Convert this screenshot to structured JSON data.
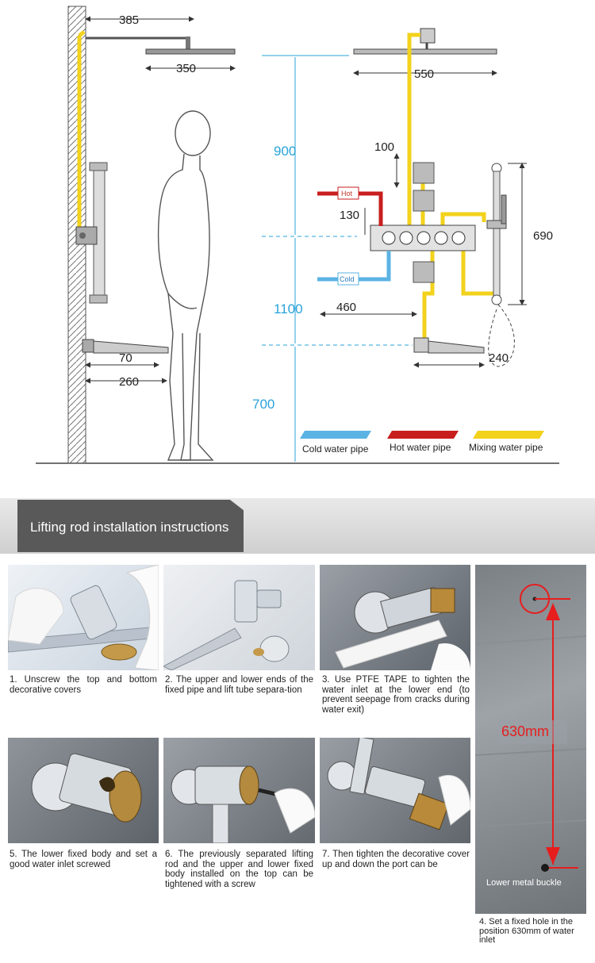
{
  "diagram": {
    "dims": {
      "d385": "385",
      "d350": "350",
      "d70": "70",
      "d260": "260",
      "d550": "550",
      "d100": "100",
      "d130": "130",
      "d460": "460",
      "d690": "690",
      "d240": "240",
      "d900": "900",
      "d1100": "1100",
      "d700": "700"
    },
    "tags": {
      "hot": "Hot",
      "cold": "Cold"
    },
    "legend": {
      "cold": "Cold water pipe",
      "hot": "Hot water pipe",
      "mixing": "Mixing water pipe"
    },
    "colors": {
      "cold": "#5bb3e3",
      "hot": "#c81e1e",
      "mixing": "#f2d21c",
      "dimension_blue": "#29a3d9"
    }
  },
  "section": {
    "title": "Lifting rod installation instructions"
  },
  "steps": [
    {
      "caption": "1. Unscrew the top and bottom decorative covers"
    },
    {
      "caption": "2. The upper and lower ends of the fixed pipe and lift tube separa-tion"
    },
    {
      "caption": "3. Use PTFE TAPE to tighten the water inlet at the lower end (to prevent seepage from cracks during water exit)"
    },
    {
      "caption": "5. The lower fixed body and set a good water inlet screwed"
    },
    {
      "caption": "6. The previously separated lifting rod and the upper and lower fixed body installed on the top can be tightened with a screw"
    },
    {
      "caption": "7. Then tighten the decorative cover up and down the port can be"
    }
  ],
  "step4": {
    "measure": "630mm",
    "buckle_label": "Lower metal buckle",
    "caption": "4. Set a fixed hole in the position 630mm of water inlet"
  }
}
